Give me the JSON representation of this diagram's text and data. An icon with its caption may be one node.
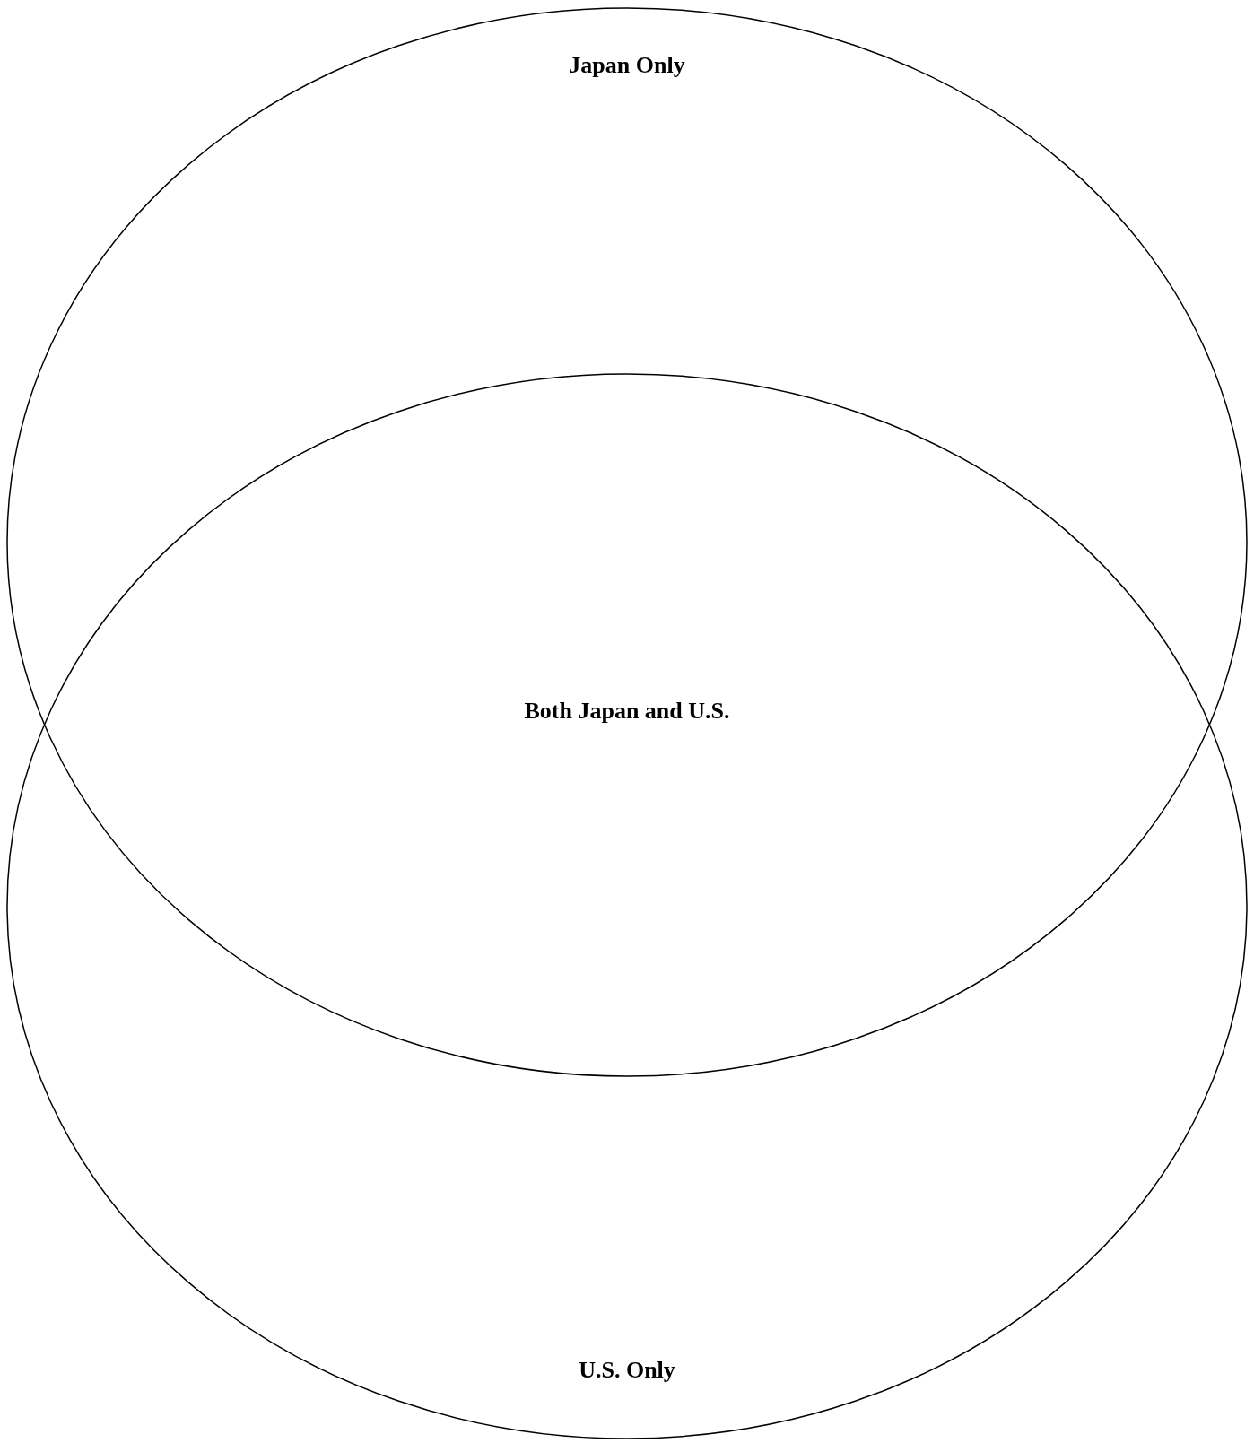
{
  "diagram": {
    "nodes": [
      {
        "text": [
          "Japan Only"
        ]
      },
      {
        "text": [
          "U.S. Only"
        ]
      }
    ],
    "labels": [
      "Both Japan and U.S."
    ]
  }
}
